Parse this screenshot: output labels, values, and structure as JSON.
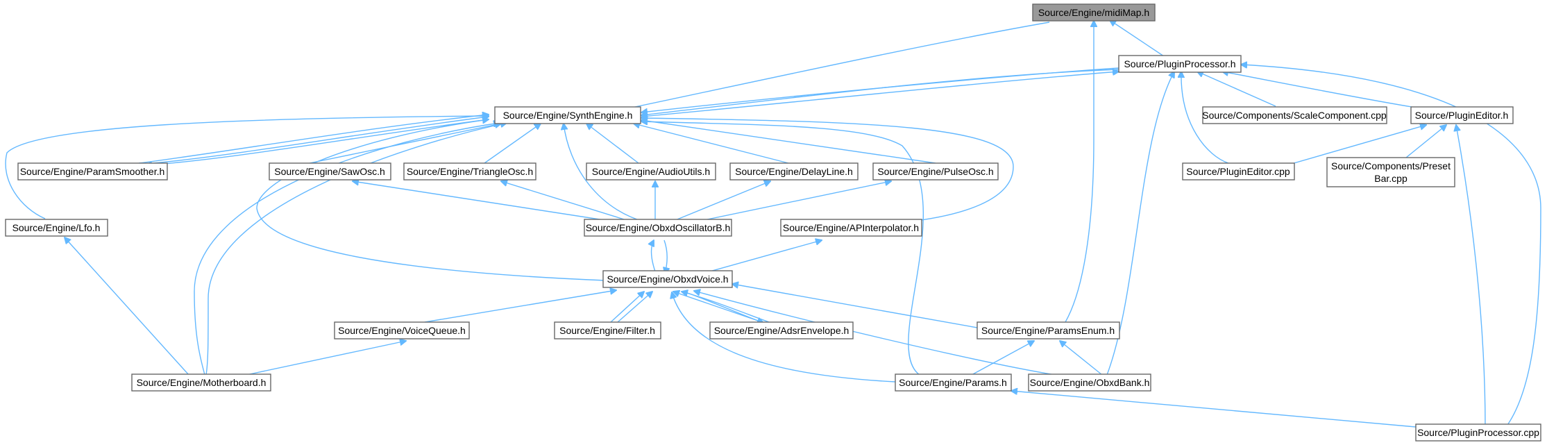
{
  "graph": {
    "edge_color": "#63b8ff",
    "root_fill": "#999999",
    "node_border": "#666666",
    "nodes": {
      "midimap": {
        "label": [
          "Source/Engine/midiMap.h"
        ],
        "root": true
      },
      "pluginproc_h": {
        "label": [
          "Source/PluginProcessor.h"
        ]
      },
      "synthengine": {
        "label": [
          "Source/Engine/SynthEngine.h"
        ]
      },
      "scalecomp": {
        "label": [
          "Source/Components/ScaleComponent.cpp"
        ]
      },
      "plugineditor_h": {
        "label": [
          "Source/PluginEditor.h"
        ]
      },
      "paramsmoother": {
        "label": [
          "Source/Engine/ParamSmoother.h"
        ]
      },
      "sawosc": {
        "label": [
          "Source/Engine/SawOsc.h"
        ]
      },
      "triangleosc": {
        "label": [
          "Source/Engine/TriangleOsc.h"
        ]
      },
      "audioutils": {
        "label": [
          "Source/Engine/AudioUtils.h"
        ]
      },
      "delayline": {
        "label": [
          "Source/Engine/DelayLine.h"
        ]
      },
      "pulseosc": {
        "label": [
          "Source/Engine/PulseOsc.h"
        ]
      },
      "plugineditor_cpp": {
        "label": [
          "Source/PluginEditor.cpp"
        ]
      },
      "presetbar": {
        "label": [
          "Source/Components/Preset",
          "Bar.cpp"
        ]
      },
      "lfo": {
        "label": [
          "Source/Engine/Lfo.h"
        ]
      },
      "obxdoscb": {
        "label": [
          "Source/Engine/ObxdOscillatorB.h"
        ]
      },
      "apinterp": {
        "label": [
          "Source/Engine/APInterpolator.h"
        ]
      },
      "obxdvoice": {
        "label": [
          "Source/Engine/ObxdVoice.h"
        ]
      },
      "voicequeue": {
        "label": [
          "Source/Engine/VoiceQueue.h"
        ]
      },
      "filter": {
        "label": [
          "Source/Engine/Filter.h"
        ]
      },
      "adsr": {
        "label": [
          "Source/Engine/AdsrEnvelope.h"
        ]
      },
      "paramsenum": {
        "label": [
          "Source/Engine/ParamsEnum.h"
        ]
      },
      "motherboard": {
        "label": [
          "Source/Engine/Motherboard.h"
        ]
      },
      "params": {
        "label": [
          "Source/Engine/Params.h"
        ]
      },
      "obxdbank": {
        "label": [
          "Source/Engine/ObxdBank.h"
        ]
      },
      "pluginproc_cpp": {
        "label": [
          "Source/PluginProcessor.cpp"
        ]
      }
    }
  }
}
